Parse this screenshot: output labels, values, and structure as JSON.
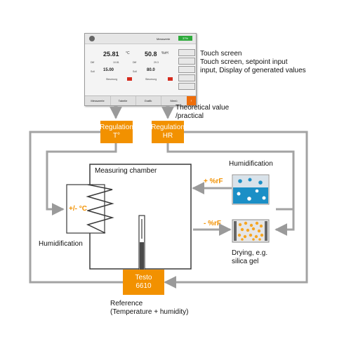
{
  "screen": {
    "menu_label": "Messwerte",
    "status_label": "37%",
    "temp_value": "25.81",
    "temp_unit": "°C",
    "hum_value": "50.8",
    "hum_unit": "%rH",
    "diff_label": "Diff",
    "temp_diff": "10.81",
    "hum_diff": "29.3",
    "soll_label": "Soll",
    "temp_setpoint": "15.00",
    "hum_setpoint": "80.0",
    "control_label": "Steuerung",
    "tabs": [
      "Messwerte",
      "Tabelle",
      "Grafik",
      "Menü"
    ]
  },
  "labels": {
    "touch_screen_title": "Touch screen",
    "touch_screen_desc_1": "Touch screen, setpoint input",
    "touch_screen_desc_2": "input, Display of generated values",
    "theoretical_1": "Theoretical value",
    "theoretical_2": "/practical",
    "measuring_chamber": "Measuring chamber",
    "humidification_top": "Humidification",
    "humidification_left": "Humidification",
    "plus_rf": "+ %rF",
    "minus_rf": "- %rF",
    "heater_label": "+/- °C",
    "drying_1": "Drying, e.g.",
    "drying_2": "silica gel",
    "reference_1": "Reference",
    "reference_2": "(Temperature + humidity)"
  },
  "boxes": {
    "regulation_t_1": "Regulation",
    "regulation_t_2": "T°",
    "regulation_hr_1": "Regulation",
    "regulation_hr_2": "HR",
    "testo_1": "Testo",
    "testo_2": "6610"
  },
  "colors": {
    "accent": "#f29100",
    "line": "#9a9a9a",
    "water": "#1b8fc6",
    "gel": "#f5a623"
  }
}
